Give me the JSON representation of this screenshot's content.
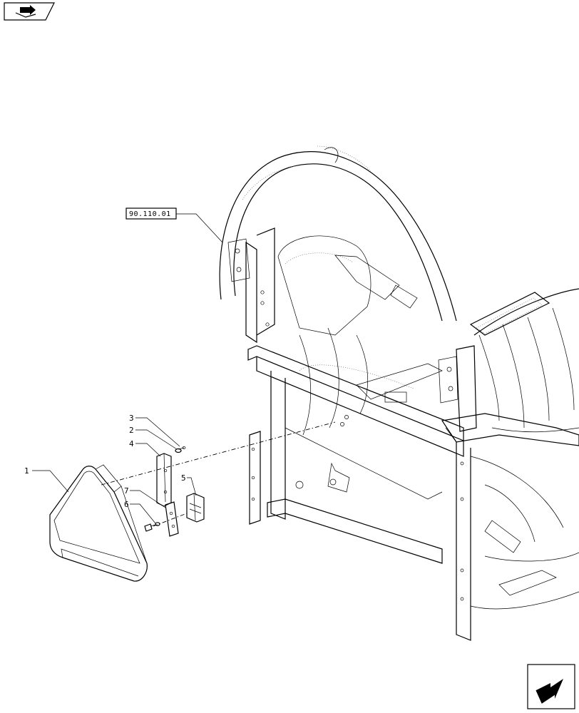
{
  "reference": {
    "label": "90.110.01"
  },
  "callouts": [
    {
      "id": "1",
      "label": "1"
    },
    {
      "id": "2",
      "label": "2"
    },
    {
      "id": "3",
      "label": "3"
    },
    {
      "id": "4",
      "label": "4"
    },
    {
      "id": "5",
      "label": "5"
    },
    {
      "id": "6",
      "label": "6"
    },
    {
      "id": "7",
      "label": "7"
    }
  ],
  "icons": {
    "top_left": "book-arrow-icon",
    "bottom_right": "next-page-arrow-icon"
  },
  "colors": {
    "line": "#000000",
    "background": "#ffffff"
  }
}
